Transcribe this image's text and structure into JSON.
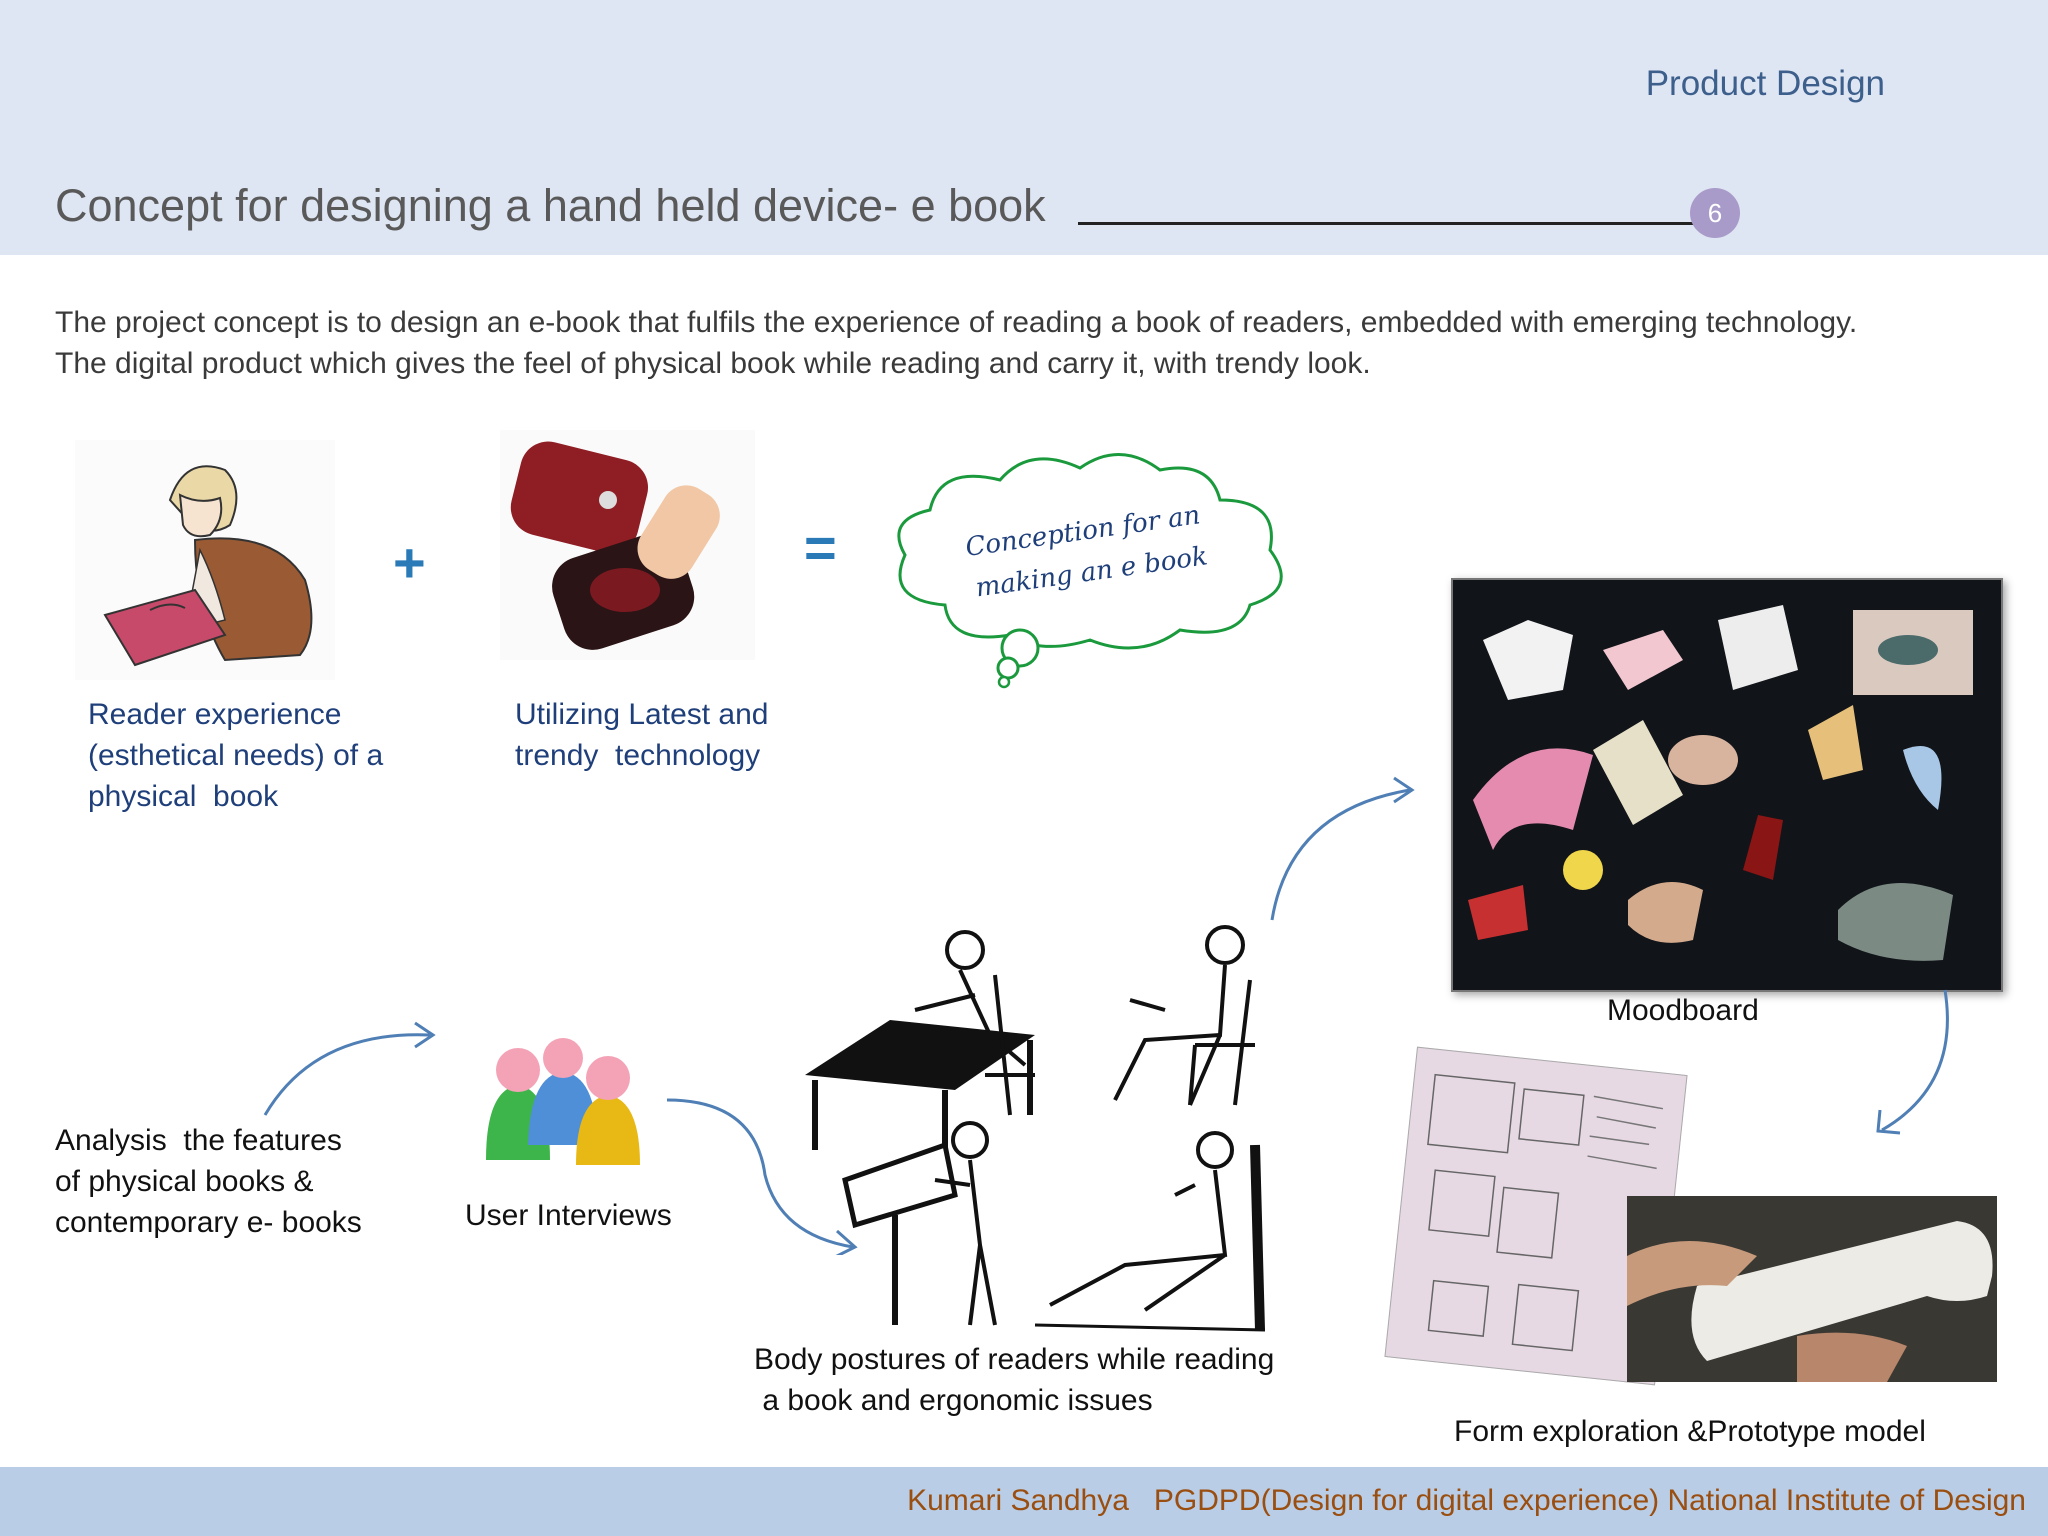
{
  "header": {
    "section_label": "Product Design",
    "title": "Concept for designing a hand held device- e book",
    "page_number": "6"
  },
  "intro": {
    "line1": "The project concept is to design an e-book that fulfils the experience of reading a book of readers, embedded with emerging technology.",
    "line2": "The digital product which gives the feel of physical book while reading and carry it, with trendy look."
  },
  "concept": {
    "reader": {
      "line1": "Reader experience",
      "line2": "(esthetical needs) of a",
      "line3": "physical  book"
    },
    "tech": {
      "line1": "Utilizing Latest and",
      "line2": "trendy  technology"
    },
    "plus": "+",
    "equals": "=",
    "cloud": {
      "line1": "Conception for an",
      "line2": "making an e book"
    }
  },
  "process": {
    "analysis": {
      "line1": "Analysis  the features",
      "line2": "of physical books &",
      "line3": "contemporary e- books"
    },
    "interviews": "User Interviews",
    "postures": {
      "line1": "Body postures of readers while reading",
      "line2": " a book and ergonomic issues"
    },
    "moodboard": "Moodboard",
    "prototype": "Form exploration &Prototype model"
  },
  "footer": {
    "text": "Kumari Sandhya   PGDPD(Design for digital experience) National Institute of Design"
  },
  "colors": {
    "header_bg": "#dfe6f3",
    "footer_bg": "#b9cde6",
    "accent_blue": "#2a7ab8",
    "badge": "#a99bc9",
    "cloud_green": "#1a9a3c",
    "arrow_blue": "#4f7fb5"
  }
}
